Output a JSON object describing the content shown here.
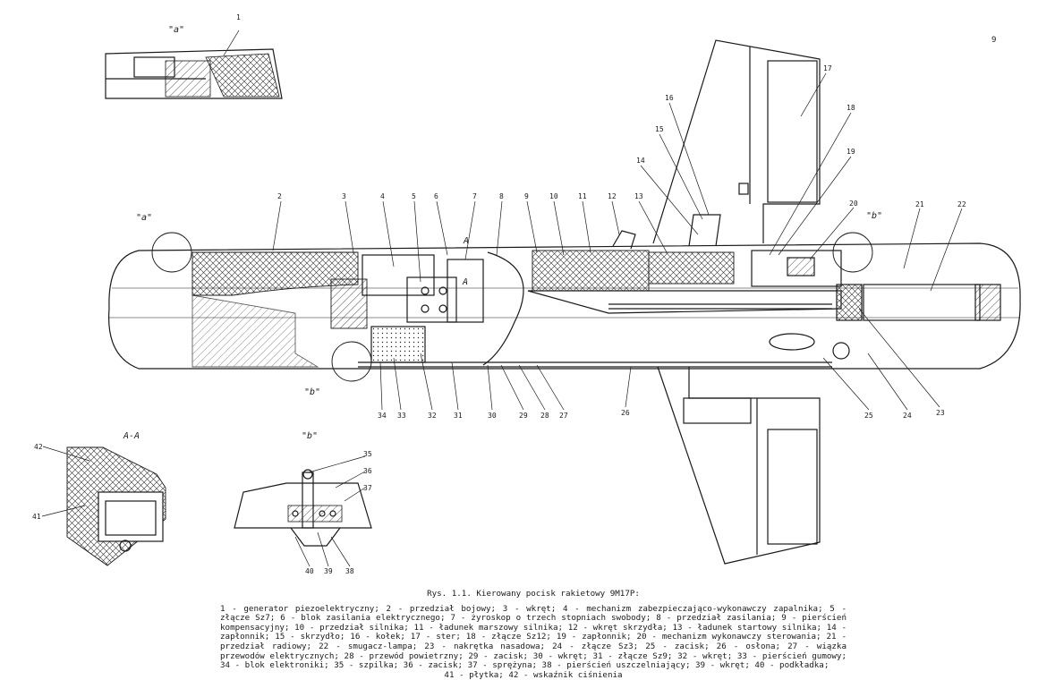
{
  "page_number": "9",
  "callouts": [
    "1",
    "2",
    "3",
    "4",
    "5",
    "6",
    "7",
    "8",
    "9",
    "10",
    "11",
    "12",
    "13",
    "14",
    "15",
    "16",
    "17",
    "18",
    "19",
    "20",
    "21",
    "22",
    "23",
    "24",
    "25",
    "26",
    "27",
    "28",
    "29",
    "30",
    "31",
    "32",
    "33",
    "34",
    "35",
    "36",
    "37",
    "38",
    "39",
    "40",
    "41",
    "42"
  ],
  "section_labels": {
    "detail_a": "\"a\"",
    "detail_b": "\"b\"",
    "section_aa": "A-A",
    "cut_a": "A"
  },
  "caption": {
    "title": "Rys. 1.1. Kierowany pocisk rakietowy 9M17P:",
    "body": "1 - generator piezoelektryczny; 2 - przedział bojowy; 3 - wkręt; 4 - mechanizm zabezpieczająco-wykonawczy zapalnika; 5 - złącze Sz7; 6 - blok zasilania elektrycznego; 7 - żyroskop o trzech stopniach swobody; 8 - przedział zasilania; 9 - pierścień kompensacyjny; 10 - przedział silnika; 11 - ładunek marszowy silnika; 12 - wkręt skrzydła; 13 - ładunek startowy silnika; 14 - zapłonnik; 15 - skrzydło; 16 - kołek; 17 - ster; 18 - złącze Sz12; 19 - zapłonnik; 20 - mechanizm wykonawczy sterowania; 21 - przedział radiowy; 22 - smugacz-lampa; 23 - nakrętka nasadowa; 24 - złącze Sz3; 25 - zacisk; 26 - osłona; 27 - wiązka przewodów elektrycznych; 28 - przewód powietrzny; 29 - zacisk; 30 - wkręt; 31 - złącze Sz9; 32 - wkręt; 33 - pierścień gumowy; 34 - blok elektroniki; 35 - szpilka; 36 - zacisk; 37 - sprężyna; 38 - pierścień uszczelniający; 39 - wkręt; 40 - podkładka;",
    "last_line": "41 - płytka; 42 - wskaźnik ciśnienia"
  }
}
